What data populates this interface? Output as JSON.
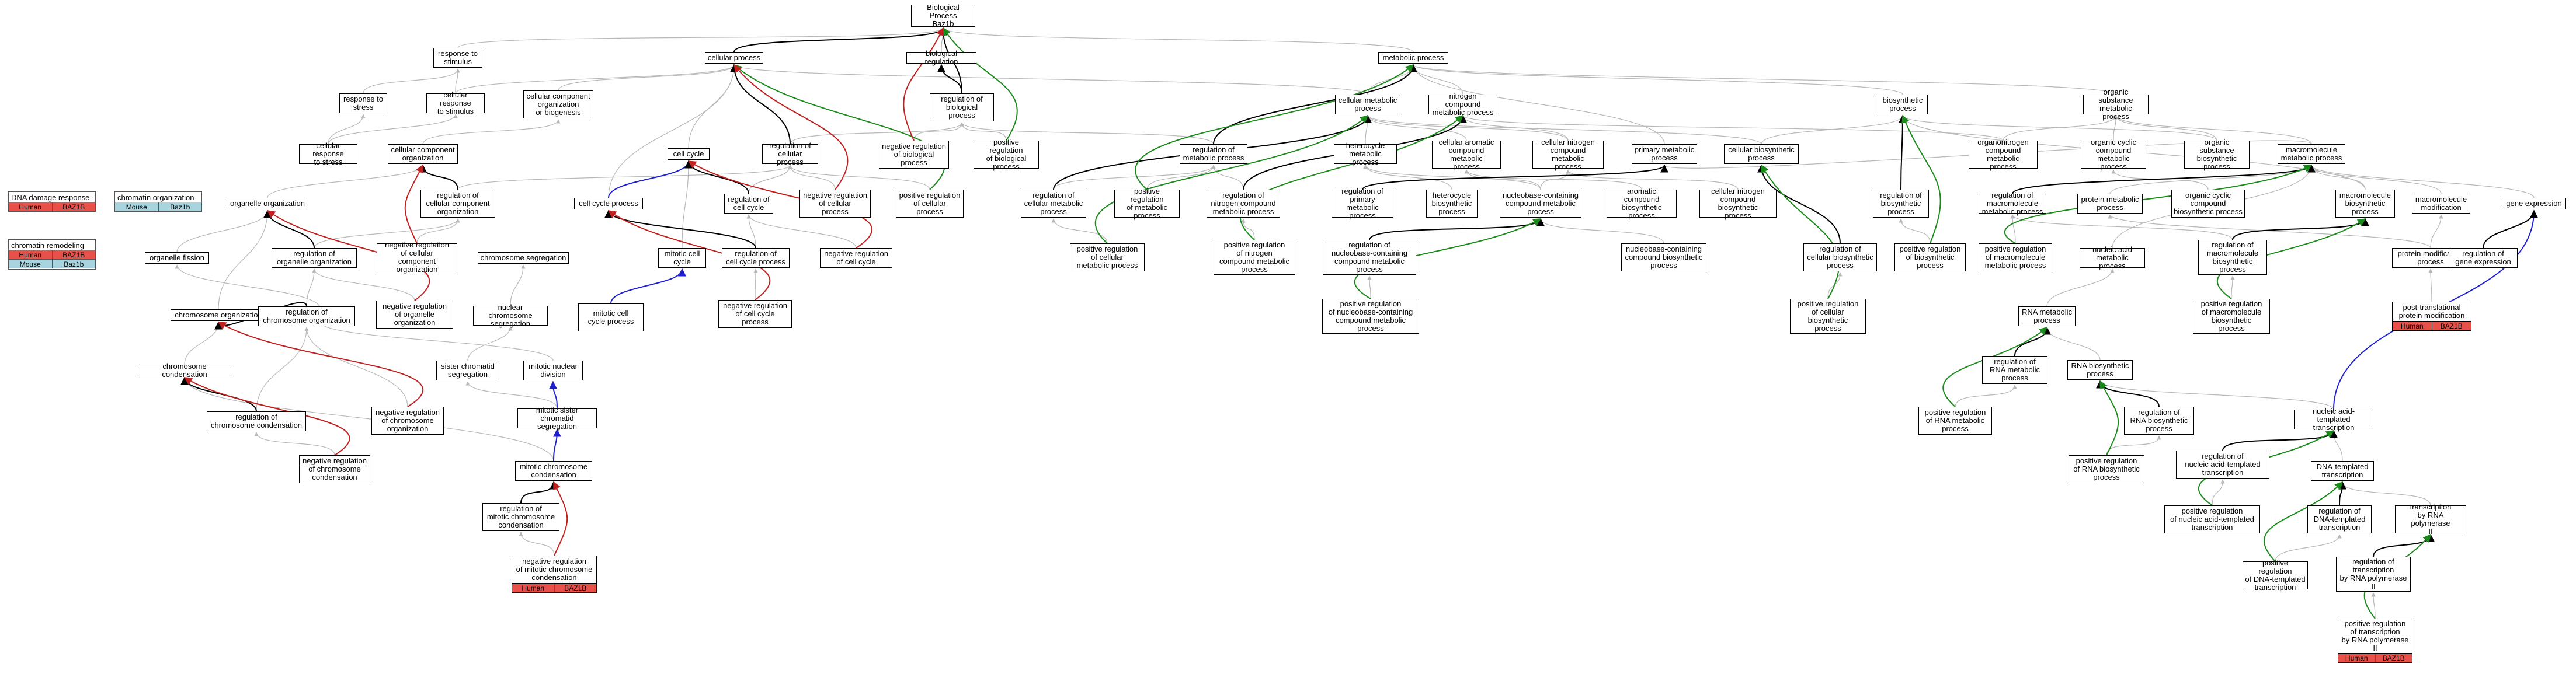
{
  "colors": {
    "human": "#e8504a",
    "mouse": "#a8d4e0",
    "edge": "#b8b8b8",
    "positive": "#1a8a1a",
    "negative": "#c0201f",
    "part_of": "#1f1fd0",
    "is_a": "#000000"
  },
  "nodes": {
    "bp": "Biological Process\nBaz1b",
    "cellular_process": "cellular process",
    "bio_reg": "biological regulation",
    "metabolic_process": "metabolic process",
    "response_to_stimulus": "response to\nstimulus",
    "cellular_response_stress": "response to\nstress",
    "cellular_response_stimulus": "cellular response\nto stimulus",
    "cc_org_biogenesis": "cellular component\norganization\nor biogenesis",
    "reg_bio_process": "regulation of\nbiological\nprocess",
    "cellular_metabolic": "cellular metabolic\nprocess",
    "nitrogen_compound": "nitrogen compound\nmetabolic process",
    "biosynthetic": "biosynthetic\nprocess",
    "organic_substance": "organic substance\nmetabolic process",
    "cell_resp_stress": "cellular response\nto stress",
    "cc_organization": "cellular component\norganization",
    "cell_cycle": "cell cycle",
    "reg_cellular_process": "regulation of\ncellular process",
    "neg_reg_bio": "negative regulation\nof biological\nprocess",
    "pos_reg_bio": "positive regulation\nof biological\nprocess",
    "reg_metabolic": "regulation of\nmetabolic process",
    "heterocycle_met": "heterocycle\nmetabolic process",
    "cell_aromatic": "cellular aromatic\ncompound metabolic\nprocess",
    "cell_nitrogen_met": "cellular nitrogen\ncompound metabolic\nprocess",
    "primary_met": "primary metabolic\nprocess",
    "cell_biosynthetic": "cellular biosynthetic\nprocess",
    "organonitrogen": "organonitrogen\ncompound metabolic\nprocess",
    "organic_cyclic": "organic cyclic\ncompound metabolic\nprocess",
    "organic_subst_bios": "organic substance\nbiosynthetic\nprocess",
    "macromolecule_met": "macromolecule\nmetabolic process",
    "organelle_org": "organelle organization",
    "reg_cc_org": "regulation of\ncellular component\norganization",
    "cell_cycle_process": "cell cycle process",
    "reg_cell_cycle": "regulation of\ncell cycle",
    "neg_reg_cellular": "negative regulation\nof cellular\nprocess",
    "pos_reg_cellular": "positive regulation\nof cellular\nprocess",
    "reg_cell_met": "regulation of\ncellular metabolic\nprocess",
    "pos_reg_met": "positive regulation\nof metabolic\nprocess",
    "reg_nitrogen": "regulation of\nnitrogen compound\nmetabolic process",
    "reg_primary": "regulation of\nprimary metabolic\nprocess",
    "heterocycle_bios": "heterocycle\nbiosynthetic\nprocess",
    "nucleobase_met": "nucleobase-containing\ncompound metabolic\nprocess",
    "aromatic_bios": "aromatic compound\nbiosynthetic\nprocess",
    "cell_nitrogen_bios": "cellular nitrogen\ncompound biosynthetic\nprocess",
    "reg_biosynthetic": "regulation of\nbiosynthetic\nprocess",
    "reg_macromol_met": "regulation of\nmacromolecule\nmetabolic process",
    "protein_met": "protein metabolic\nprocess",
    "organic_cyclic_bios": "organic cyclic\ncompound\nbiosynthetic process",
    "macromol_bios": "macromolecule\nbiosynthetic\nprocess",
    "macromol_mod": "macromolecule\nmodification",
    "gene_expression": "gene expression",
    "organelle_fission": "organelle fission",
    "reg_organelle_org": "regulation of\norganelle organization",
    "neg_reg_cc_org": "negative regulation\nof cellular\ncomponent organization",
    "chromosome_seg": "chromosome segregation",
    "mitotic_cell_cycle": "mitotic cell\ncycle",
    "reg_cell_cycle_proc": "regulation of\ncell cycle process",
    "neg_reg_cell_cycle": "negative regulation\nof cell cycle",
    "pos_reg_cell_met": "positive regulation\nof cellular\nmetabolic process",
    "pos_reg_nitrogen": "positive regulation\nof nitrogen\ncompound metabolic\nprocess",
    "reg_nucleobase": "regulation of\nnucleobase-containing\ncompound metabolic\nprocess",
    "nucleobase_bios": "nucleobase-containing\ncompound biosynthetic\nprocess",
    "reg_cell_bios": "regulation of\ncellular biosynthetic\nprocess",
    "pos_reg_bios": "positive regulation\nof biosynthetic\nprocess",
    "pos_reg_macromol_met": "positive regulation\nof macromolecule\nmetabolic process",
    "nucleic_acid_met": "nucleic acid\nmetabolic process",
    "reg_macromol_bios": "regulation of\nmacromolecule\nbiosynthetic\nprocess",
    "protein_mod": "protein modification\nprocess",
    "reg_gene_expr": "regulation of\ngene expression",
    "chromosome_org": "chromosome organization",
    "nuclear_division": "nuclear division",
    "reg_chrom_org": "regulation of\nchromosome organization",
    "neg_reg_organelle": "negative regulation\nof organelle\norganization",
    "nuclear_chrom_seg": "nuclear chromosome\nsegregation",
    "mitotic_cell_cycle_proc": "mitotic cell\ncycle process",
    "neg_reg_cell_cycle_proc": "negative regulation\nof cell cycle\nprocess",
    "pos_reg_nucleobase": "positive regulation\nof nucleobase-containing\ncompound metabolic\nprocess",
    "pos_reg_cell_bios": "positive regulation\nof cellular\nbiosynthetic\nprocess",
    "pos_reg_macromol_bios": "positive regulation\nof macromolecule\nbiosynthetic\nprocess",
    "post_trans": "post-translational\nprotein modification",
    "rna_met": "RNA metabolic\nprocess",
    "chromosome_cond": "chromosome condensation",
    "sister_chromatid": "sister chromatid\nsegregation",
    "mitotic_nuclear_div": "mitotic nuclear\ndivision",
    "reg_rna_met": "regulation of\nRNA metabolic\nprocess",
    "rna_bios": "RNA biosynthetic\nprocess",
    "reg_chrom_cond": "regulation of\nchromosome condensation",
    "neg_reg_chrom_org": "negative regulation\nof chromosome\norganization",
    "mitotic_sister": "mitotic sister\nchromatid segregation",
    "nucleic_templated": "nucleic acid-templated\ntranscription",
    "pos_reg_rna_met": "positive regulation\nof RNA metabolic\nprocess",
    "reg_rna_bios": "regulation of\nRNA biosynthetic\nprocess",
    "neg_reg_chrom_cond": "negative regulation\nof chromosome\ncondensation",
    "mitotic_chrom_cond": "mitotic chromosome\ncondensation",
    "pos_reg_rna_bios": "positive regulation\nof RNA biosynthetic\nprocess",
    "reg_nucleic_templated": "regulation of\nnucleic acid-templated\ntranscription",
    "dna_templated": "DNA-templated\ntranscription",
    "reg_mitotic_chrom_cond": "regulation of\nmitotic chromosome\ncondensation",
    "pos_reg_nucleic_templated": "positive regulation\nof nucleic acid-templated\ntranscription",
    "reg_dna_templated": "regulation of\nDNA-templated\ntranscription",
    "transcription_pol2": "transcription\nby RNA polymerase\nII",
    "pos_reg_dna_templated": "positive regulation\nof DNA-templated\ntranscription",
    "reg_transcription_pol2": "regulation of\ntranscription\nby RNA polymerase\nII",
    "neg_reg_mitotic_chrom_cond": "negative regulation\nof mitotic chromosome\ncondensation",
    "pos_reg_transcription_pol2": "positive regulation\nof transcription\nby RNA polymerase\nII"
  },
  "legends": [
    {
      "key": "dna_damage",
      "title": "DNA damage response",
      "rows": [
        [
          "Human",
          "BAZ1B",
          "human"
        ]
      ]
    },
    {
      "key": "chromatin_org",
      "title": "chromatin organization",
      "rows": [
        [
          "Mouse",
          "Baz1b",
          "mouse"
        ]
      ]
    },
    {
      "key": "chromatin_remodel",
      "title": "chromatin remodeling",
      "rows": [
        [
          "Human",
          "BAZ1B",
          "human"
        ],
        [
          "Mouse",
          "Baz1b",
          "mouse"
        ]
      ]
    }
  ],
  "tags": {
    "neg_reg_mitotic_chrom_cond": [
      "Human",
      "BAZ1B"
    ],
    "post_trans": [
      "Human",
      "BAZ1B"
    ],
    "pos_reg_transcription_pol2": [
      "Human",
      "BAZ1B"
    ]
  },
  "edges": [
    [
      "cellular_process",
      "bp",
      "bold"
    ],
    [
      "bio_reg",
      "bp",
      "gray"
    ],
    [
      "metabolic_process",
      "bp",
      "gray"
    ],
    [
      "response_to_stimulus",
      "bp",
      "gray"
    ],
    [
      "reg_bio_process",
      "bio_reg",
      "bold"
    ],
    [
      "neg_reg_bio",
      "bp",
      "neg"
    ],
    [
      "pos_reg_bio",
      "bp",
      "pos"
    ],
    [
      "reg_bio_process",
      "bp",
      "bold"
    ],
    [
      "cellular_response_stress",
      "response_to_stimulus",
      "gray"
    ],
    [
      "cellular_response_stimulus",
      "response_to_stimulus",
      "gray"
    ],
    [
      "cellular_response_stimulus",
      "cellular_process",
      "gray"
    ],
    [
      "cc_org_biogenesis",
      "cellular_process",
      "gray"
    ],
    [
      "cellular_metabolic",
      "metabolic_process",
      "gray"
    ],
    [
      "cellular_metabolic",
      "cellular_process",
      "gray"
    ],
    [
      "nitrogen_compound",
      "metabolic_process",
      "gray"
    ],
    [
      "biosynthetic",
      "metabolic_process",
      "gray"
    ],
    [
      "organic_substance",
      "metabolic_process",
      "gray"
    ],
    [
      "cell_resp_stress",
      "cellular_response_stress",
      "gray"
    ],
    [
      "cell_resp_stress",
      "cellular_response_stimulus",
      "gray"
    ],
    [
      "cc_organization",
      "cc_org_biogenesis",
      "gray"
    ],
    [
      "cell_cycle",
      "cellular_process",
      "gray"
    ],
    [
      "reg_cellular_process",
      "cellular_process",
      "bold"
    ],
    [
      "reg_cellular_process",
      "reg_bio_process",
      "gray"
    ],
    [
      "neg_reg_bio",
      "reg_bio_process",
      "gray"
    ],
    [
      "pos_reg_bio",
      "reg_bio_process",
      "gray"
    ],
    [
      "reg_metabolic",
      "metabolic_process",
      "bold"
    ],
    [
      "reg_metabolic",
      "reg_bio_process",
      "gray"
    ],
    [
      "heterocycle_met",
      "cellular_metabolic",
      "gray"
    ],
    [
      "cell_aromatic",
      "cellular_metabolic",
      "gray"
    ],
    [
      "cell_nitrogen_met",
      "nitrogen_compound",
      "gray"
    ],
    [
      "cell_nitrogen_met",
      "cellular_metabolic",
      "gray"
    ],
    [
      "primary_met",
      "metabolic_process",
      "gray"
    ],
    [
      "cell_biosynthetic",
      "biosynthetic",
      "gray"
    ],
    [
      "cell_biosynthetic",
      "cellular_metabolic",
      "gray"
    ],
    [
      "organonitrogen",
      "nitrogen_compound",
      "gray"
    ],
    [
      "organonitrogen",
      "organic_substance",
      "gray"
    ],
    [
      "organic_cyclic",
      "organic_substance",
      "gray"
    ],
    [
      "organic_subst_bios",
      "organic_substance",
      "gray"
    ],
    [
      "organic_subst_bios",
      "biosynthetic",
      "gray"
    ],
    [
      "macromolecule_met",
      "organic_substance",
      "gray"
    ],
    [
      "macromolecule_met",
      "primary_met",
      "gray"
    ],
    [
      "organelle_org",
      "cc_organization",
      "gray"
    ],
    [
      "reg_cc_org",
      "cc_organization",
      "bold"
    ],
    [
      "reg_cc_org",
      "reg_cellular_process",
      "gray"
    ],
    [
      "cell_cycle_process",
      "cell_cycle",
      "partof"
    ],
    [
      "cell_cycle_process",
      "cellular_process",
      "gray"
    ],
    [
      "reg_cell_cycle",
      "cell_cycle",
      "bold"
    ],
    [
      "reg_cell_cycle",
      "reg_cellular_process",
      "gray"
    ],
    [
      "neg_reg_cellular",
      "reg_cellular_process",
      "gray"
    ],
    [
      "neg_reg_cellular",
      "cellular_process",
      "neg"
    ],
    [
      "pos_reg_cellular",
      "reg_cellular_process",
      "gray"
    ],
    [
      "pos_reg_cellular",
      "cellular_process",
      "pos"
    ],
    [
      "reg_cell_met",
      "reg_metabolic",
      "gray"
    ],
    [
      "reg_cell_met",
      "cellular_metabolic",
      "bold"
    ],
    [
      "pos_reg_met",
      "reg_metabolic",
      "gray"
    ],
    [
      "pos_reg_met",
      "metabolic_process",
      "pos"
    ],
    [
      "reg_nitrogen",
      "reg_metabolic",
      "gray"
    ],
    [
      "reg_nitrogen",
      "nitrogen_compound",
      "bold"
    ],
    [
      "reg_primary",
      "primary_met",
      "bold"
    ],
    [
      "heterocycle_bios",
      "heterocycle_met",
      "gray"
    ],
    [
      "nucleobase_met",
      "heterocycle_met",
      "gray"
    ],
    [
      "nucleobase_met",
      "cell_aromatic",
      "gray"
    ],
    [
      "nucleobase_met",
      "cell_nitrogen_met",
      "gray"
    ],
    [
      "aromatic_bios",
      "cell_aromatic",
      "gray"
    ],
    [
      "cell_nitrogen_bios",
      "cell_nitrogen_met",
      "gray"
    ],
    [
      "reg_biosynthetic",
      "biosynthetic",
      "bold"
    ],
    [
      "reg_macromol_met",
      "macromolecule_met",
      "bold"
    ],
    [
      "protein_met",
      "macromolecule_met",
      "gray"
    ],
    [
      "organic_cyclic_bios",
      "organic_cyclic",
      "gray"
    ],
    [
      "macromol_bios",
      "macromolecule_met",
      "gray"
    ],
    [
      "macromol_bios",
      "biosynthetic",
      "gray"
    ],
    [
      "macromol_mod",
      "macromolecule_met",
      "gray"
    ],
    [
      "gene_expression",
      "macromolecule_met",
      "gray"
    ],
    [
      "organelle_fission",
      "organelle_org",
      "gray"
    ],
    [
      "reg_organelle_org",
      "organelle_org",
      "bold"
    ],
    [
      "reg_organelle_org",
      "reg_cc_org",
      "gray"
    ],
    [
      "neg_reg_cc_org",
      "reg_cc_org",
      "gray"
    ],
    [
      "neg_reg_cc_org",
      "cc_organization",
      "neg"
    ],
    [
      "mitotic_cell_cycle",
      "cell_cycle",
      "gray"
    ],
    [
      "reg_cell_cycle_proc",
      "cell_cycle_process",
      "bold"
    ],
    [
      "reg_cell_cycle_proc",
      "reg_cell_cycle",
      "gray"
    ],
    [
      "neg_reg_cell_cycle",
      "reg_cell_cycle",
      "gray"
    ],
    [
      "neg_reg_cell_cycle",
      "cell_cycle",
      "neg"
    ],
    [
      "pos_reg_cell_met",
      "reg_cell_met",
      "gray"
    ],
    [
      "pos_reg_cell_met",
      "cellular_metabolic",
      "pos"
    ],
    [
      "pos_reg_nitrogen",
      "reg_nitrogen",
      "gray"
    ],
    [
      "pos_reg_nitrogen",
      "nitrogen_compound",
      "pos"
    ],
    [
      "reg_nucleobase",
      "nucleobase_met",
      "bold"
    ],
    [
      "nucleobase_bios",
      "nucleobase_met",
      "gray"
    ],
    [
      "reg_cell_bios",
      "cell_biosynthetic",
      "bold"
    ],
    [
      "pos_reg_bios",
      "reg_biosynthetic",
      "gray"
    ],
    [
      "pos_reg_bios",
      "biosynthetic",
      "pos"
    ],
    [
      "pos_reg_macromol_met",
      "reg_macromol_met",
      "gray"
    ],
    [
      "pos_reg_macromol_met",
      "macromolecule_met",
      "pos"
    ],
    [
      "nucleic_acid_met",
      "macromolecule_met",
      "gray"
    ],
    [
      "reg_macromol_bios",
      "macromol_bios",
      "bold"
    ],
    [
      "reg_macromol_bios",
      "reg_macromol_met",
      "gray"
    ],
    [
      "protein_mod",
      "protein_met",
      "gray"
    ],
    [
      "protein_mod",
      "macromol_mod",
      "gray"
    ],
    [
      "reg_gene_expr",
      "gene_expression",
      "bold"
    ],
    [
      "chromosome_org",
      "organelle_org",
      "gray"
    ],
    [
      "nuclear_division",
      "organelle_fission",
      "gray"
    ],
    [
      "reg_chrom_org",
      "chromosome_org",
      "bold"
    ],
    [
      "reg_chrom_org",
      "reg_organelle_org",
      "gray"
    ],
    [
      "neg_reg_organelle",
      "reg_organelle_org",
      "gray"
    ],
    [
      "neg_reg_organelle",
      "organelle_org",
      "neg"
    ],
    [
      "nuclear_chrom_seg",
      "chromosome_seg",
      "gray"
    ],
    [
      "mitotic_cell_cycle_proc",
      "mitotic_cell_cycle",
      "partof"
    ],
    [
      "neg_reg_cell_cycle_proc",
      "reg_cell_cycle_proc",
      "gray"
    ],
    [
      "neg_reg_cell_cycle_proc",
      "cell_cycle_process",
      "neg"
    ],
    [
      "pos_reg_nucleobase",
      "reg_nucleobase",
      "gray"
    ],
    [
      "pos_reg_nucleobase",
      "nucleobase_met",
      "pos"
    ],
    [
      "pos_reg_cell_bios",
      "reg_cell_bios",
      "gray"
    ],
    [
      "pos_reg_cell_bios",
      "cell_biosynthetic",
      "pos"
    ],
    [
      "pos_reg_macromol_bios",
      "reg_macromol_bios",
      "gray"
    ],
    [
      "pos_reg_macromol_bios",
      "macromol_bios",
      "pos"
    ],
    [
      "post_trans",
      "protein_mod",
      "gray"
    ],
    [
      "rna_met",
      "nucleic_acid_met",
      "gray"
    ],
    [
      "chromosome_cond",
      "chromosome_org",
      "gray"
    ],
    [
      "sister_chromatid",
      "nuclear_chrom_seg",
      "gray"
    ],
    [
      "mitotic_nuclear_div",
      "nuclear_division",
      "gray"
    ],
    [
      "reg_rna_met",
      "rna_met",
      "bold"
    ],
    [
      "rna_bios",
      "rna_met",
      "gray"
    ],
    [
      "reg_chrom_cond",
      "chromosome_cond",
      "bold"
    ],
    [
      "reg_chrom_cond",
      "reg_chrom_org",
      "gray"
    ],
    [
      "neg_reg_chrom_org",
      "reg_chrom_org",
      "gray"
    ],
    [
      "neg_reg_chrom_org",
      "chromosome_org",
      "neg"
    ],
    [
      "mitotic_sister",
      "mitotic_nuclear_div",
      "partof"
    ],
    [
      "mitotic_sister",
      "sister_chromatid",
      "gray"
    ],
    [
      "nucleic_templated",
      "gene_expression",
      "partof"
    ],
    [
      "nucleic_templated",
      "rna_bios",
      "gray"
    ],
    [
      "pos_reg_rna_met",
      "reg_rna_met",
      "gray"
    ],
    [
      "pos_reg_rna_met",
      "rna_met",
      "pos"
    ],
    [
      "reg_rna_bios",
      "rna_bios",
      "bold"
    ],
    [
      "neg_reg_chrom_cond",
      "reg_chrom_cond",
      "gray"
    ],
    [
      "neg_reg_chrom_cond",
      "chromosome_cond",
      "neg"
    ],
    [
      "mitotic_chrom_cond",
      "mitotic_sister",
      "partof"
    ],
    [
      "mitotic_chrom_cond",
      "chromosome_cond",
      "gray"
    ],
    [
      "pos_reg_rna_bios",
      "reg_rna_bios",
      "gray"
    ],
    [
      "pos_reg_rna_bios",
      "rna_bios",
      "pos"
    ],
    [
      "reg_nucleic_templated",
      "nucleic_templated",
      "bold"
    ],
    [
      "dna_templated",
      "nucleic_templated",
      "gray"
    ],
    [
      "reg_mitotic_chrom_cond",
      "mitotic_chrom_cond",
      "bold"
    ],
    [
      "pos_reg_nucleic_templated",
      "reg_nucleic_templated",
      "gray"
    ],
    [
      "pos_reg_nucleic_templated",
      "nucleic_templated",
      "pos"
    ],
    [
      "reg_dna_templated",
      "dna_templated",
      "bold"
    ],
    [
      "transcription_pol2",
      "dna_templated",
      "gray"
    ],
    [
      "pos_reg_dna_templated",
      "reg_dna_templated",
      "gray"
    ],
    [
      "pos_reg_dna_templated",
      "dna_templated",
      "pos"
    ],
    [
      "reg_transcription_pol2",
      "transcription_pol2",
      "bold"
    ],
    [
      "neg_reg_mitotic_chrom_cond",
      "reg_mitotic_chrom_cond",
      "gray"
    ],
    [
      "neg_reg_mitotic_chrom_cond",
      "mitotic_chrom_cond",
      "neg"
    ],
    [
      "pos_reg_transcription_pol2",
      "reg_transcription_pol2",
      "gray"
    ],
    [
      "pos_reg_transcription_pol2",
      "transcription_pol2",
      "pos"
    ]
  ]
}
